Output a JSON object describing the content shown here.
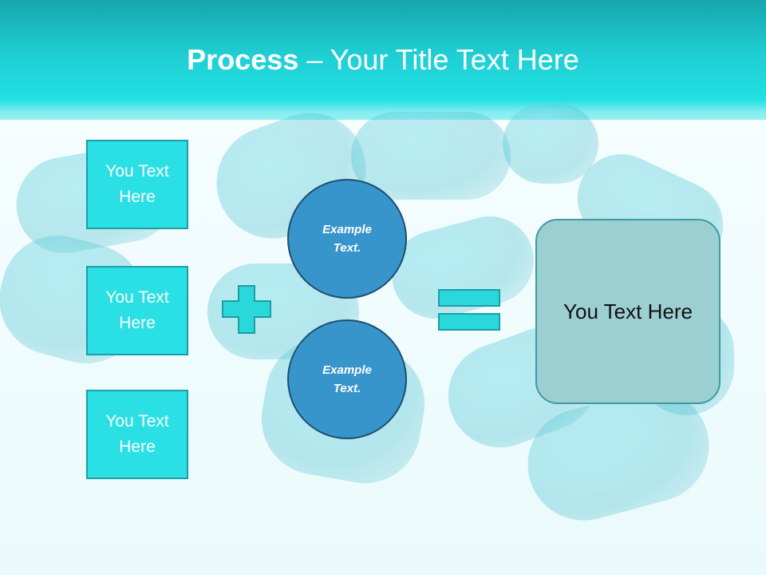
{
  "slide": {
    "title_bold": "Process",
    "title_rest": " – Your Title Text Here"
  },
  "boxes": [
    {
      "label": "You Text Here"
    },
    {
      "label": "You Text Here"
    },
    {
      "label": "You Text Here"
    }
  ],
  "circles": [
    {
      "label": "Example Text."
    },
    {
      "label": "Example Text."
    }
  ],
  "result": {
    "label": "You Text Here"
  },
  "colors": {
    "header": "#22e0e2",
    "box_fill": "#2ae0e4",
    "circle_fill": "#3895cc",
    "result_fill": "#9ccfd2"
  }
}
